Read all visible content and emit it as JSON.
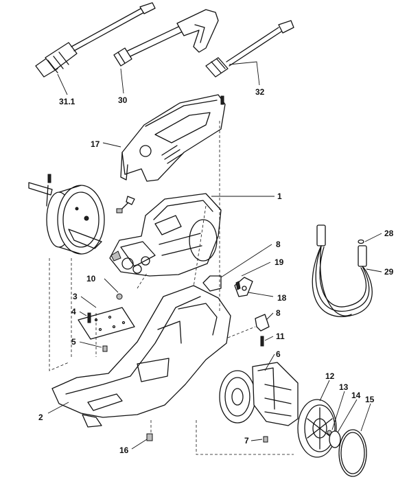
{
  "diagram": {
    "callouts": {
      "c31_1": "31.1",
      "c30": "30",
      "c32": "32",
      "c17": "17",
      "c1": "1",
      "c8a": "8",
      "c19": "19",
      "c10": "10",
      "c18": "18",
      "c3": "3",
      "c4": "4",
      "c8b": "8",
      "c5": "5",
      "c11": "11",
      "c6": "6",
      "c28": "28",
      "c29": "29",
      "c12": "12",
      "c13": "13",
      "c14": "14",
      "c15": "15",
      "c2": "2",
      "c7": "7",
      "c16": "16"
    }
  }
}
